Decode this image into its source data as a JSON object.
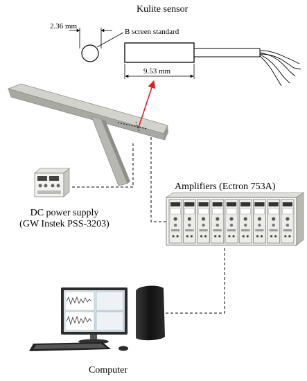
{
  "sensor": {
    "title": "Kulite sensor",
    "diameter_label": "2.36 mm",
    "screen_label": "B screen standard",
    "length_label": "9.53 mm"
  },
  "amplifiers": {
    "label": "Amplifiers (Ectron 753A)",
    "module_count": 9
  },
  "power_supply": {
    "label_line1": "DC power supply",
    "label_line2": "(GW Instek PSS-3203)"
  },
  "computer": {
    "label": "Computer"
  },
  "colors": {
    "laser": "#e21b1b",
    "wing_top": "#d3d3ce",
    "wing_side": "#a9a9a4",
    "strut": "#b8b8b3",
    "line": "#000000"
  }
}
